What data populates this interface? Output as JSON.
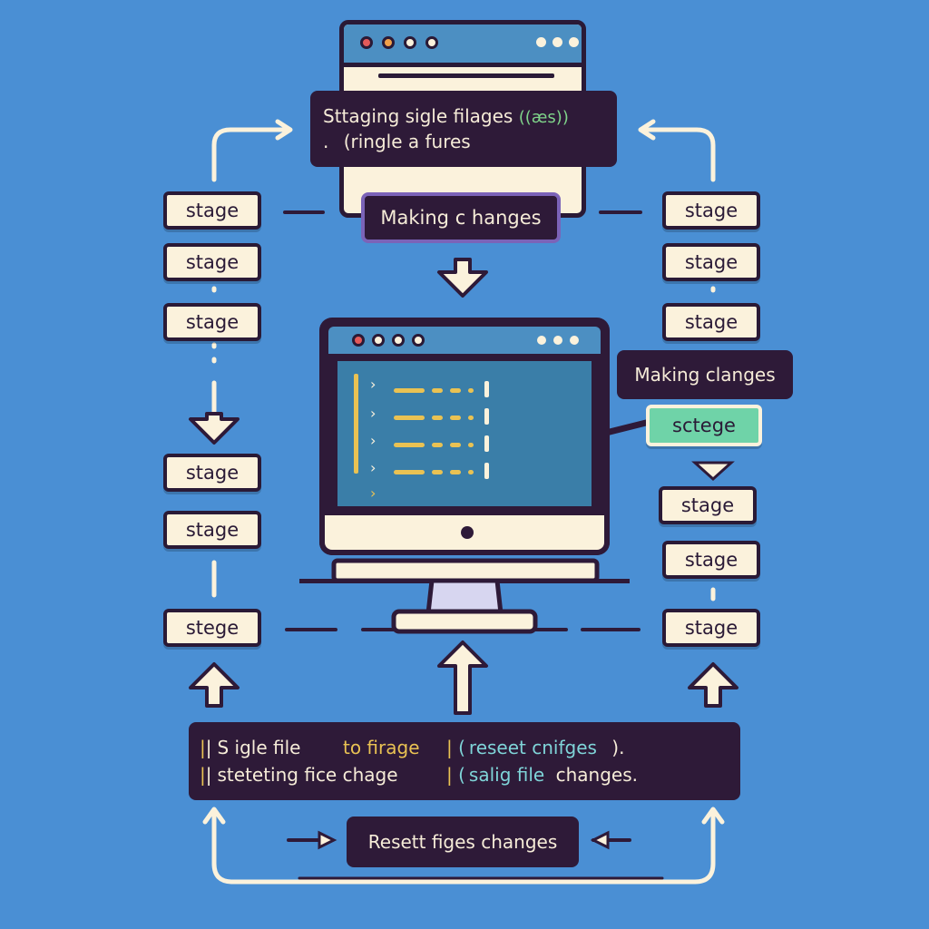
{
  "theme": {
    "background": "#4a8fd4",
    "accent_yellow": "#e9c253",
    "accent_green": "#6fd3a8",
    "accent_cyan": "#7fd4d8",
    "dark": "#2e1a38",
    "cream": "#fbf2dc"
  },
  "top_label": {
    "line1": "Sttaging sigle filages",
    "line1_code": "((æs))",
    "line2_dot": ".",
    "line2": "(ringle a fures"
  },
  "making_top": "Making c hanges",
  "making_right": "Making clanges",
  "left_column": [
    "stage",
    "stage",
    "stage",
    "stage",
    "stage",
    "stege"
  ],
  "right_column": [
    "stage",
    "stage",
    "stage",
    "stage",
    "stage",
    "stage"
  ],
  "right_green": "sctege",
  "bottom_panel": {
    "row1_col1": "S igle file",
    "row1_col2": "to firage",
    "row1_col3": "reseet cnifges",
    "row1_end": ").",
    "row2_col1": "steteting fice chage",
    "row2_col3": "salig file",
    "row2_col3b": "changes."
  },
  "reset_label": "Resett figes changes",
  "icons": [
    "window-dot-icon",
    "arrow-down-icon",
    "arrow-up-icon",
    "code-chevron-icon",
    "power-button-icon"
  ]
}
